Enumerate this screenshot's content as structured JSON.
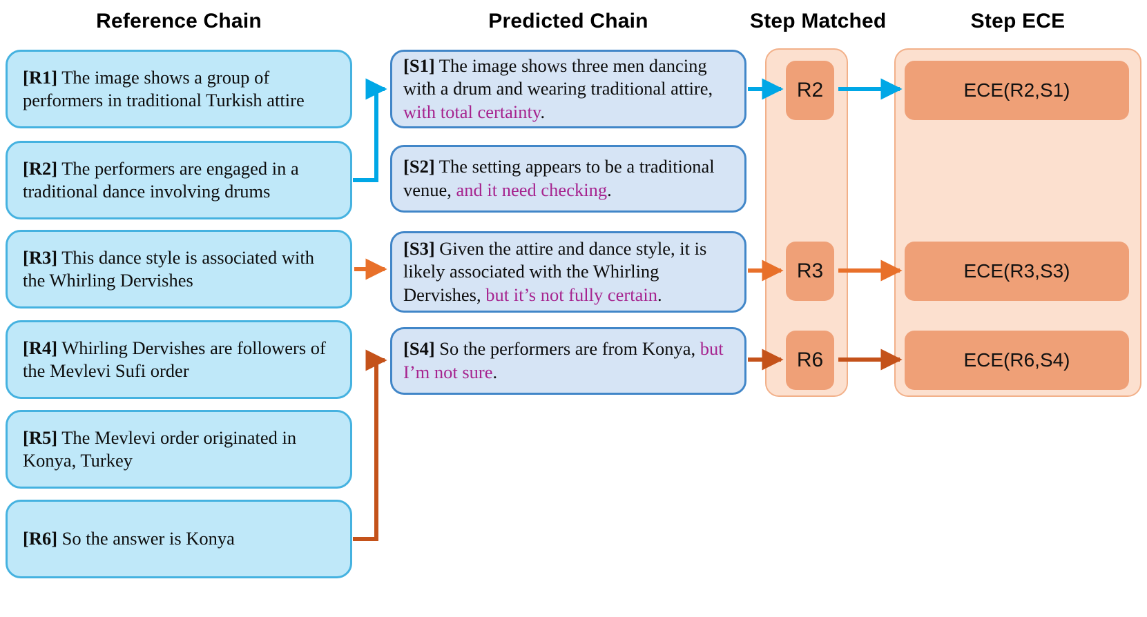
{
  "headers": {
    "reference": "Reference Chain",
    "predicted": "Predicted Chain",
    "matched": "Step Matched",
    "ece": "Step ECE"
  },
  "colors": {
    "reference_fill": "#bfe8f9",
    "reference_border": "#45b2e0",
    "predicted_fill": "#d6e4f5",
    "predicted_border": "#4186c8",
    "panel_fill": "#fce0cf",
    "panel_border": "#f2b089",
    "chip_fill": "#efa077",
    "hedge_text": "#a6248f",
    "arrow_blue": "#00a7e6",
    "arrow_orange": "#e8702a",
    "arrow_dark_orange": "#c4521a"
  },
  "reference_chain": [
    {
      "tag": "R1",
      "label": "[R1]",
      "text": "The image shows a group of performers in traditional Turkish attire"
    },
    {
      "tag": "R2",
      "label": "[R2]",
      "text": "The performers are engaged in a traditional dance involving drums"
    },
    {
      "tag": "R3",
      "label": "[R3]",
      "text": "This dance style is associated with the Whirling Dervishes"
    },
    {
      "tag": "R4",
      "label": "[R4]",
      "text": "Whirling Dervishes are followers of the Mevlevi Sufi order"
    },
    {
      "tag": "R5",
      "label": "[R5]",
      "text": "The Mevlevi order originated in Konya, Turkey"
    },
    {
      "tag": "R6",
      "label": "[R6]",
      "text": "So the answer is Konya"
    }
  ],
  "predicted_chain": [
    {
      "tag": "S1",
      "label": "[S1]",
      "text": "The image shows three men dancing with a drum and wearing traditional attire,",
      "hedge": " with total certainty",
      "tail": "."
    },
    {
      "tag": "S2",
      "label": "[S2]",
      "text": "The setting appears to be a traditional venue,",
      "hedge": " and it need checking",
      "tail": "."
    },
    {
      "tag": "S3",
      "label": "[S3]",
      "text": "Given the attire and dance style, it is likely associated with the Whirling Dervishes,",
      "hedge": " but it’s not fully certain",
      "tail": "."
    },
    {
      "tag": "S4",
      "label": "[S4]",
      "text": "So the performers are from Konya,",
      "hedge": " but I’m not sure",
      "tail": "."
    }
  ],
  "step_matched": [
    {
      "value": "R2"
    },
    {
      "value": "R3"
    },
    {
      "value": "R6"
    }
  ],
  "step_ece": [
    {
      "value": "ECE(R2,S1)"
    },
    {
      "value": "ECE(R3,S3)"
    },
    {
      "value": "ECE(R6,S4)"
    }
  ],
  "links": [
    {
      "from": "R2",
      "to": "S1",
      "color": "blue"
    },
    {
      "from": "R3",
      "to": "S3",
      "color": "orange"
    },
    {
      "from": "R6",
      "to": "S4",
      "color": "dark-orange"
    },
    {
      "from": "S1",
      "to": "R2-chip",
      "color": "blue"
    },
    {
      "from": "S3",
      "to": "R3-chip",
      "color": "orange"
    },
    {
      "from": "S4",
      "to": "R6-chip",
      "color": "dark-orange"
    },
    {
      "from": "R2-chip",
      "to": "ECE(R2,S1)",
      "color": "blue"
    },
    {
      "from": "R3-chip",
      "to": "ECE(R3,S3)",
      "color": "orange"
    },
    {
      "from": "R6-chip",
      "to": "ECE(R6,S4)",
      "color": "dark-orange"
    }
  ]
}
